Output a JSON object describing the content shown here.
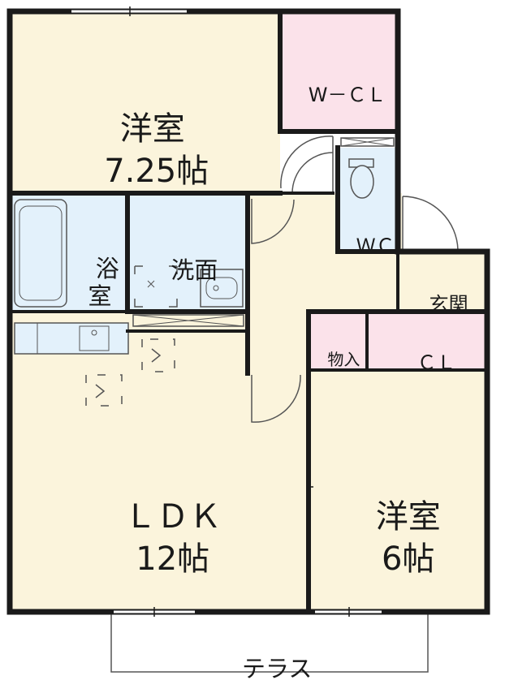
{
  "rooms": {
    "bedroom1": {
      "name": "洋室",
      "size": "7.25帖"
    },
    "walk_in_closet": {
      "name": "W－ＣＬ"
    },
    "toilet": {
      "name": "ＷＣ"
    },
    "bath": {
      "name": "浴\n室"
    },
    "washroom": {
      "name": "洗面"
    },
    "entrance": {
      "name": "玄関"
    },
    "storage": {
      "name": "物入"
    },
    "closet": {
      "name": "ＣＬ"
    },
    "ldk": {
      "name": "ＬＤＫ",
      "size": "12帖"
    },
    "bedroom2": {
      "name": "洋室",
      "size": "6帖"
    },
    "terrace": {
      "name": "テラス"
    }
  },
  "colors": {
    "floor": "#fbf4dc",
    "wet": "#e3f1fb",
    "closet": "#fbe2ea",
    "wall": "#1a1a1a",
    "line": "#555555"
  }
}
